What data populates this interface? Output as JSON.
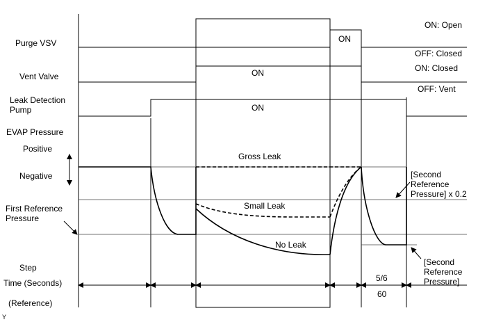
{
  "labels": {
    "purge_vsv": "Purge VSV",
    "vent_valve": "Vent Valve",
    "leak_pump_line1": "Leak Detection",
    "leak_pump_line2": "Pump",
    "evap_pressure": "EVAP Pressure",
    "positive": "Positive",
    "negative": "Negative",
    "first_ref_line1": "First Reference",
    "first_ref_line2": "Pressure",
    "step": "Step",
    "time_seconds": "Time (Seconds)",
    "reference": "(Reference)",
    "corner_mark": "Y"
  },
  "states": {
    "purge_on": "ON",
    "vent_on": "ON",
    "pump_on": "ON",
    "on_open": "ON: Open",
    "off_closed": "OFF: Closed",
    "on_closed": "ON: Closed",
    "off_vent": "OFF: Vent"
  },
  "curves": {
    "gross_leak": "Gross Leak",
    "small_leak": "Small Leak",
    "no_leak": "No Leak"
  },
  "annotations": {
    "second_ref_x02_line1": "[Second",
    "second_ref_x02_line2": "Reference",
    "second_ref_x02_line3": "Pressure] x 0.2",
    "second_ref_line1": "[Second",
    "second_ref_line2": "Reference",
    "second_ref_line3": "Pressure]"
  },
  "timing": {
    "step_value": "5/6",
    "time_value": "60"
  }
}
